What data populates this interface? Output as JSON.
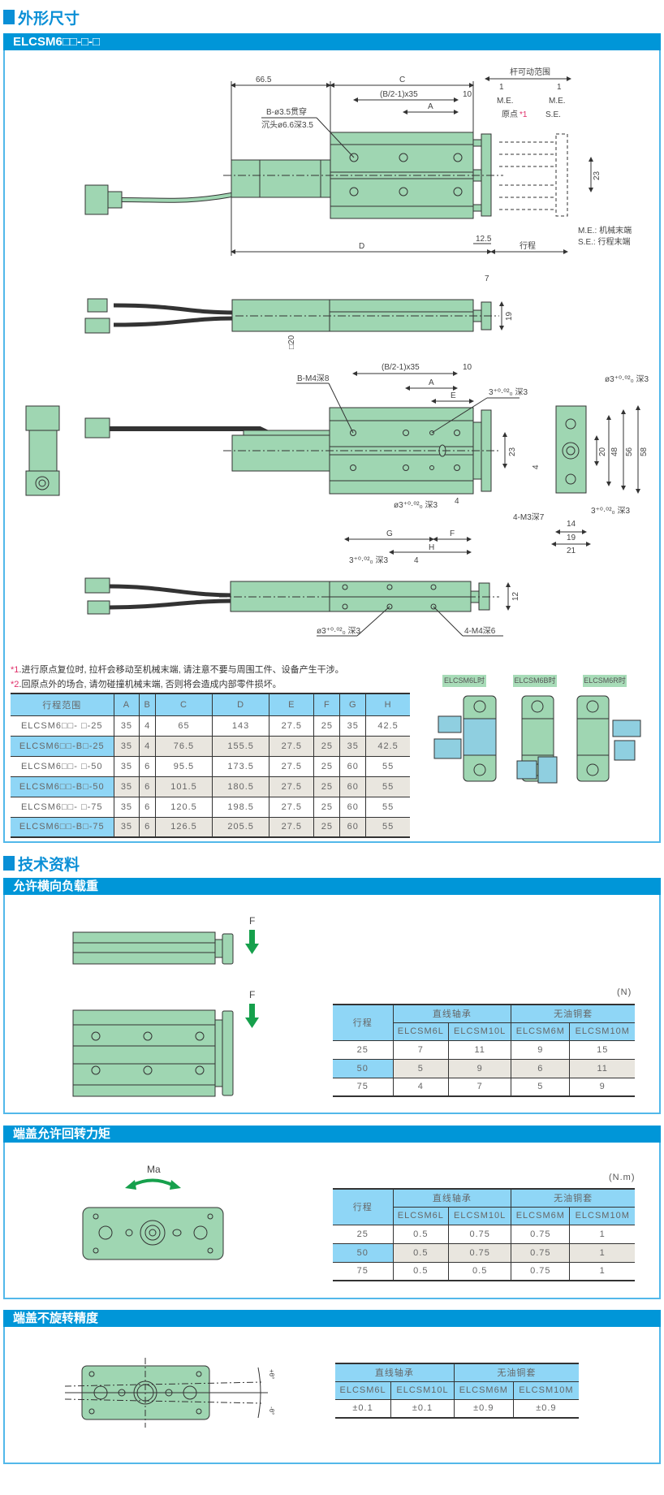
{
  "sections": {
    "dimensions": "外形尺寸",
    "tech": "技术资料"
  },
  "dimensions": {
    "title": "ELCSM6□□-□-□",
    "top_view": {
      "d665": "66.5",
      "c": "C",
      "pitch": "(B/2-1)x35",
      "ten": "10",
      "a": "A",
      "hole1": "B-ø3.5贯穿",
      "hole2": "沉头ø6.6深3.5",
      "rod_range": "杆可动范围",
      "one_left": "1",
      "one_right": "1",
      "me_left": "M.E.",
      "me_right": "M.E.",
      "origin": "原点",
      "origin_mark": "*1",
      "se": "S.E.",
      "d23": "23",
      "d125": "12.5",
      "d": "D",
      "stroke": "行程",
      "legend_me": "M.E.: 机械末端",
      "legend_se": "S.E.: 行程末端"
    },
    "side_view": {
      "d7": "7",
      "d19": "19",
      "sq20": "□20"
    },
    "front_view": {
      "pitch": "(B/2-1)x35",
      "ten": "10",
      "a": "A",
      "e": "E",
      "m4": "B-M4深8",
      "pin_hole": "3⁺⁰·⁰²₀ 深3",
      "dia_hole": "ø3⁺⁰·⁰²₀ 深3",
      "four": "4",
      "d23": "23"
    },
    "end_view": {
      "dia_hole": "ø3⁺⁰·⁰²₀ 深3",
      "d20": "20",
      "d48": "48",
      "d56": "56",
      "d58": "58",
      "four": "4",
      "m3": "4-M3深7",
      "pin_hole": "3⁺⁰·⁰²₀ 深3",
      "d14": "14",
      "d19": "19",
      "d21": "21"
    },
    "bottom_view": {
      "g": "G",
      "f": "F",
      "h": "H",
      "pin_hole": "3⁺⁰·⁰²₀ 深3",
      "four": "4",
      "dia_hole": "ø3⁺⁰·⁰²₀ 深3",
      "m4": "4-M4深6",
      "d12": "12"
    },
    "notes": [
      {
        "mark": "*1",
        "text": ".进行原点复位时, 拉杆会移动至机械末端, 请注意不要与周围工件、设备产生干涉。"
      },
      {
        "mark": "*2",
        "text": ".回原点外的场合, 请勿碰撞机械末端, 否则将会造成内部零件损坏。"
      }
    ],
    "table": {
      "headers": [
        "行程范围",
        "A",
        "B",
        "C",
        "D",
        "E",
        "F",
        "G",
        "H"
      ],
      "rows": [
        [
          "ELCSM6□□- □-25",
          "35",
          "4",
          "65",
          "143",
          "27.5",
          "25",
          "35",
          "42.5"
        ],
        [
          "ELCSM6□□-B□-25",
          "35",
          "4",
          "76.5",
          "155.5",
          "27.5",
          "25",
          "35",
          "42.5"
        ],
        [
          "ELCSM6□□- □-50",
          "35",
          "6",
          "95.5",
          "173.5",
          "27.5",
          "25",
          "60",
          "55"
        ],
        [
          "ELCSM6□□-B□-50",
          "35",
          "6",
          "101.5",
          "180.5",
          "27.5",
          "25",
          "60",
          "55"
        ],
        [
          "ELCSM6□□- □-75",
          "35",
          "6",
          "120.5",
          "198.5",
          "27.5",
          "25",
          "60",
          "55"
        ],
        [
          "ELCSM6□□-B□-75",
          "35",
          "6",
          "126.5",
          "205.5",
          "27.5",
          "25",
          "60",
          "55"
        ]
      ]
    },
    "mount_labels": [
      "ELCSM6L时",
      "ELCSM6B时",
      "ELCSM6R时"
    ]
  },
  "tech": {
    "load": {
      "title": "允许横向负载重",
      "force_label_1": "F",
      "force_label_2": "F",
      "unit": "(N)",
      "table": {
        "stroke_header": "行程",
        "groups": [
          "直线轴承",
          "无油铜套"
        ],
        "models": [
          "ELCSM6L",
          "ELCSM10L",
          "ELCSM6M",
          "ELCSM10M"
        ],
        "rows": [
          {
            "stroke": "25",
            "values": [
              "7",
              "11",
              "9",
              "15"
            ]
          },
          {
            "stroke": "50",
            "values": [
              "5",
              "9",
              "6",
              "11"
            ]
          },
          {
            "stroke": "75",
            "values": [
              "4",
              "7",
              "5",
              "9"
            ]
          }
        ]
      }
    },
    "moment": {
      "title": "端盖允许回转力矩",
      "moment_label": "Ma",
      "unit": "(N.m)",
      "table": {
        "stroke_header": "行程",
        "groups": [
          "直线轴承",
          "无油铜套"
        ],
        "models": [
          "ELCSM6L",
          "ELCSM10L",
          "ELCSM6M",
          "ELCSM10M"
        ],
        "rows": [
          {
            "stroke": "25",
            "values": [
              "0.5",
              "0.75",
              "0.75",
              "1"
            ]
          },
          {
            "stroke": "50",
            "values": [
              "0.5",
              "0.75",
              "0.75",
              "1"
            ]
          },
          {
            "stroke": "75",
            "values": [
              "0.5",
              "0.5",
              "0.75",
              "1"
            ]
          }
        ]
      }
    },
    "precision": {
      "title": "端盖不旋转精度",
      "angle_pos": "+θ°",
      "angle_neg": "-θ°",
      "table": {
        "groups": [
          "直线轴承",
          "无油铜套"
        ],
        "models": [
          "ELCSM6L",
          "ELCSM10L",
          "ELCSM6M",
          "ELCSM10M"
        ],
        "values": [
          "±0.1",
          "±0.1",
          "±0.9",
          "±0.9"
        ]
      }
    }
  },
  "colors": {
    "accent": "#0096d8",
    "table_header": "#8fd6f6",
    "body_green": "#9fd6b2",
    "arrow_green": "#16a04c"
  }
}
